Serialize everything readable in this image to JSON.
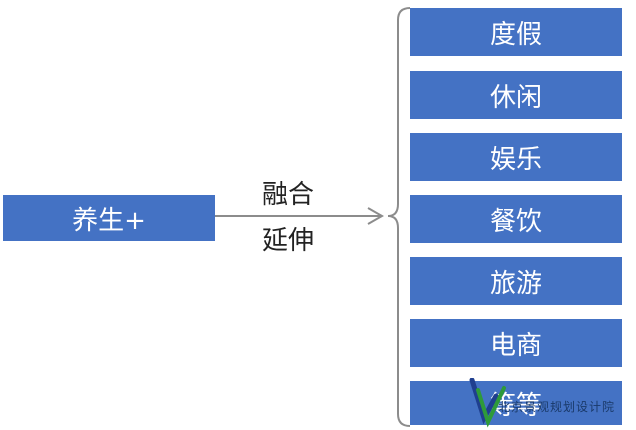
{
  "source": {
    "label": "养生+"
  },
  "relation": {
    "line1": "融合",
    "line2": "延伸"
  },
  "targets": [
    {
      "label": "度假"
    },
    {
      "label": "休闲"
    },
    {
      "label": "娱乐"
    },
    {
      "label": "餐饮"
    },
    {
      "label": "旅游"
    },
    {
      "label": "电商"
    },
    {
      "label": "等等"
    }
  ],
  "watermark": {
    "text": "北京景观规划设计院"
  },
  "colors": {
    "box": "#4472c4",
    "line": "#8c8c8c"
  }
}
